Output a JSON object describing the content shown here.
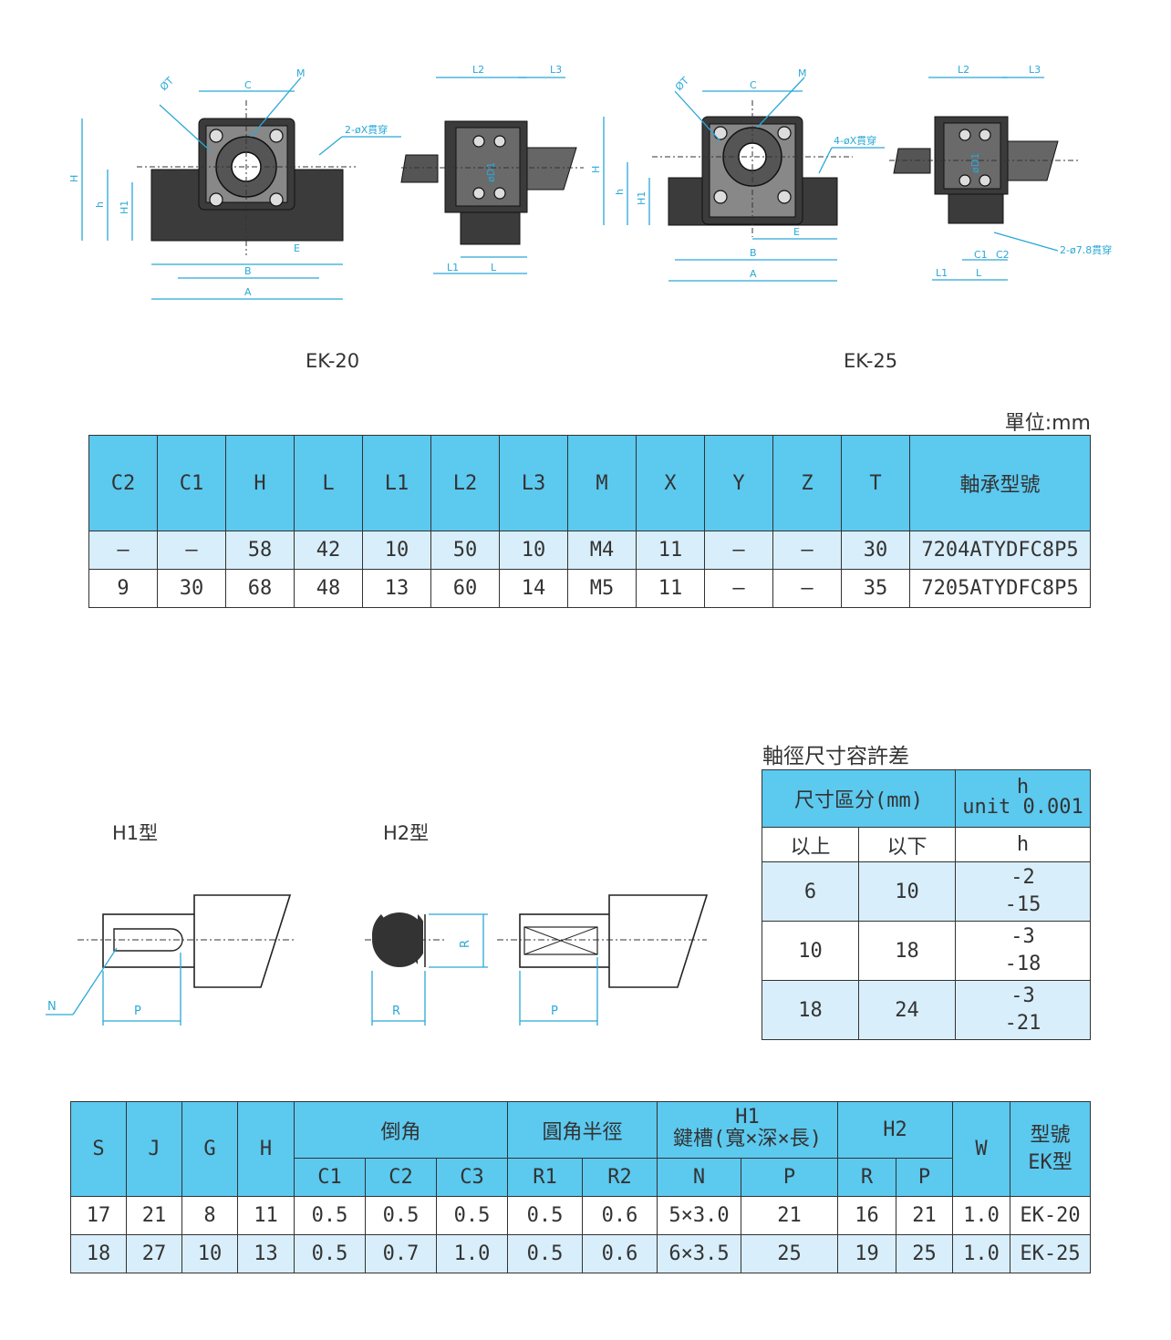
{
  "drawings": {
    "ek20_caption": "EK-20",
    "ek25_caption": "EK-25",
    "labels": {
      "dt": "ØT",
      "m": "M",
      "c": "C",
      "h": "H",
      "h_small": "h",
      "h1": "H1",
      "e": "E",
      "b": "B",
      "a": "A",
      "l2": "L2",
      "l3": "L3",
      "l1": "L1",
      "l": "L",
      "d1": "øD1",
      "c1": "C1",
      "c2": "C2",
      "ek20_hole": "2-øX貫穿",
      "ek25_hole": "4-øX貫穿",
      "ek25_side_hole": "2-ø7.8貫穿"
    }
  },
  "unit_label": "單位:mm",
  "table1": {
    "headers": [
      "C2",
      "C1",
      "H",
      "L",
      "L1",
      "L2",
      "L3",
      "M",
      "X",
      "Y",
      "Z",
      "T",
      "軸承型號"
    ],
    "rows": [
      [
        "–",
        "–",
        "58",
        "42",
        "10",
        "50",
        "10",
        "M4",
        "11",
        "–",
        "–",
        "30",
        "7204ATYDFC8P5"
      ],
      [
        "9",
        "30",
        "68",
        "48",
        "13",
        "60",
        "14",
        "M5",
        "11",
        "–",
        "–",
        "35",
        "7205ATYDFC8P5"
      ]
    ]
  },
  "shaft": {
    "h1_label": "H1型",
    "h2_label": "H2型",
    "n": "N",
    "p": "P",
    "r": "R"
  },
  "tolerance": {
    "title": "軸徑尺寸容許差",
    "header_left": "尺寸區分(mm)",
    "header_right_top": "h",
    "header_right_bottom": "unit 0.001",
    "sub_left": "以上",
    "sub_mid": "以下",
    "sub_right": "h",
    "rows": [
      {
        "above": "6",
        "below": "10",
        "upper": "-2",
        "lower": "-15"
      },
      {
        "above": "10",
        "below": "18",
        "upper": "-3",
        "lower": "-18"
      },
      {
        "above": "18",
        "below": "24",
        "upper": "-3",
        "lower": "-21"
      }
    ]
  },
  "table2": {
    "s": "S",
    "j": "J",
    "g": "G",
    "h": "H",
    "chamfer": "倒角",
    "radius": "圓角半徑",
    "h1_top": "H1",
    "h1_bottom": "鍵槽(寬×深×長)",
    "h2": "H2",
    "w": "W",
    "model_top": "型號",
    "model_bottom": "EK型",
    "sub": [
      "C1",
      "C2",
      "C3",
      "R1",
      "R2",
      "N",
      "P",
      "R",
      "P"
    ],
    "rows": [
      [
        "17",
        "21",
        "8",
        "11",
        "0.5",
        "0.5",
        "0.5",
        "0.5",
        "0.6",
        "5×3.0",
        "21",
        "16",
        "21",
        "1.0",
        "EK-20"
      ],
      [
        "18",
        "27",
        "10",
        "13",
        "0.5",
        "0.7",
        "1.0",
        "0.5",
        "0.6",
        "6×3.5",
        "25",
        "19",
        "25",
        "1.0",
        "EK-25"
      ]
    ]
  },
  "colors": {
    "header": "#5cc9ef",
    "light_row": "#d8eefa",
    "dim_line": "#2aa8d8"
  }
}
